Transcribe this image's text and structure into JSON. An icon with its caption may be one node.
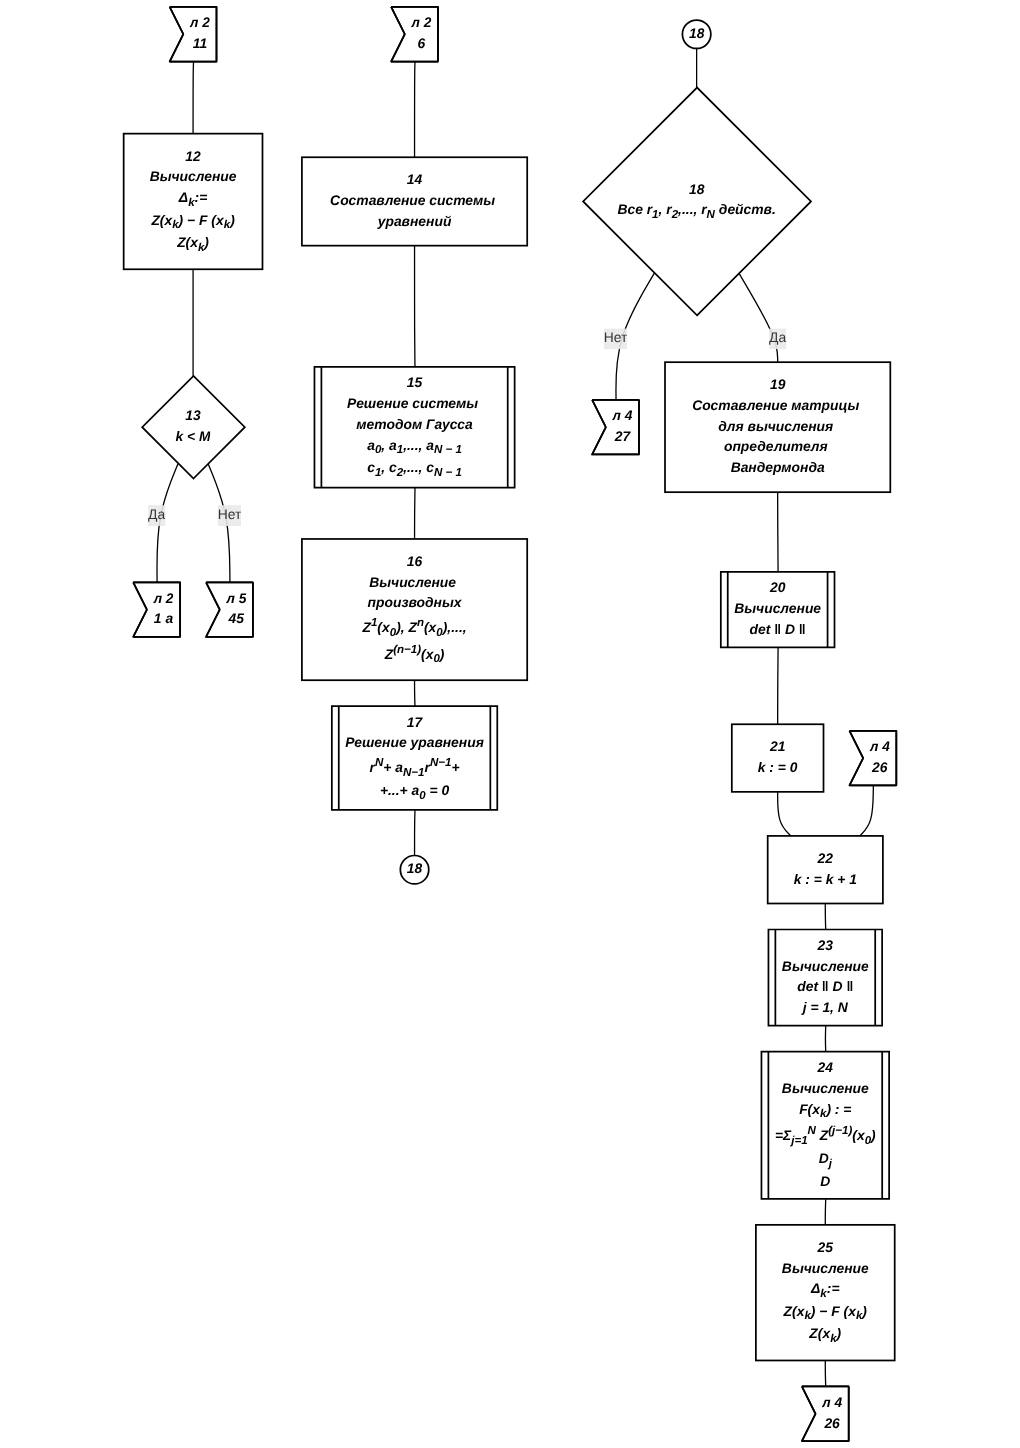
{
  "diagram": {
    "nodes": [
      {
        "text": [
          "л 2",
          "11"
        ]
      },
      {
        "text": [
          "12",
          "Вычисление",
          "Δ$_{k}$:=",
          "Z(x$_{k}$) − F (x$_{k}$)",
          "Z(x$_{k}$)"
        ]
      },
      {
        "text": [
          "13",
          "k < M"
        ]
      },
      {
        "text": [
          "л 2",
          "1 а"
        ]
      },
      {
        "text": [
          "л 5",
          "45"
        ]
      },
      {
        "text": [
          "14",
          "Составление системы уравнений"
        ]
      },
      {
        "text": [
          "л 2",
          "6"
        ]
      },
      {
        "text": [
          "15",
          "Решение системы методом Гаусса",
          "a$_{0}$, a$_{1}$,..., a$_{N − 1}$",
          "c$_{1}$, c$_{2}$,..., c$_{N − 1}$"
        ]
      },
      {
        "text": [
          "16",
          "Вычисление производных",
          "Z$^{1}$(x$_{0}$), Z$^{n}$(x$_{0}$),...,",
          "Z$^{(n−1)}$(x$_{0}$)"
        ]
      },
      {
        "text": [
          "17",
          "Решение уравнения",
          "r$^{N}$+ a$_{N−1}$r$^{N−1}$+",
          "+...+ a$_{0}$ = 0"
        ]
      },
      {
        "text": [
          "18"
        ]
      },
      {
        "text": [
          "18"
        ]
      },
      {
        "text": [
          "18",
          "Все r$_{1}$, r$_{2}$,..., r$_{N}$ действ."
        ]
      },
      {
        "text": [
          "л 4",
          "27"
        ]
      },
      {
        "text": [
          "19",
          "Составление матрицы для вычисления определителя Вандермонда"
        ]
      },
      {
        "text": [
          "20",
          "Вычисление",
          "det ‖ D ‖"
        ]
      },
      {
        "text": [
          "21",
          "k : = 0"
        ]
      },
      {
        "text": [
          "л 4",
          "26"
        ]
      },
      {
        "text": [
          "22",
          "k : = k + 1"
        ]
      },
      {
        "text": [
          "23",
          "Вычисление",
          "det ‖ D ‖",
          "j = 1, N"
        ]
      },
      {
        "text": [
          "24",
          "Вычисление",
          "F(x$_{k}$) : =",
          "=Σ$_{j=1}$$^{N}$ Z$^{(j−1)}$(x$_{0}$)",
          "D$_{j}$",
          "D"
        ]
      },
      {
        "text": [
          "25",
          "Вычисление",
          "Δ$_{k}$:=",
          "Z(x$_{k}$) − F (x$_{k}$)",
          "Z(x$_{k}$)"
        ]
      },
      {
        "text": [
          "л 4",
          "26"
        ]
      }
    ],
    "edges": [
      {
        "from": 0,
        "to": 1,
        "arrow": "none"
      },
      {
        "from": 1,
        "to": 2,
        "arrow": "none"
      },
      {
        "from": 2,
        "to": 3,
        "arrow": "none",
        "label": "Да"
      },
      {
        "from": 2,
        "to": 4,
        "arrow": "none",
        "label": "Нет"
      },
      {
        "from": 6,
        "to": 5,
        "arrow": "none"
      },
      {
        "from": 5,
        "to": 7,
        "arrow": "none"
      },
      {
        "from": 7,
        "to": 8,
        "arrow": "none"
      },
      {
        "from": 8,
        "to": 9,
        "arrow": "none"
      },
      {
        "from": 9,
        "to": 10,
        "arrow": "none"
      },
      {
        "from": 11,
        "to": 12,
        "arrow": "none"
      },
      {
        "from": 12,
        "to": 13,
        "arrow": "none",
        "label": "Нет"
      },
      {
        "from": 12,
        "to": 14,
        "arrow": "none",
        "label": "Да"
      },
      {
        "from": 14,
        "to": 15,
        "arrow": "none"
      },
      {
        "from": 15,
        "to": 16,
        "arrow": "none"
      },
      {
        "from": 16,
        "to": 18,
        "arrow": "none"
      },
      {
        "from": 17,
        "to": 18,
        "arrow": "none"
      },
      {
        "from": 18,
        "to": 19,
        "arrow": "none"
      },
      {
        "from": 19,
        "to": 20,
        "arrow": "none"
      },
      {
        "from": 20,
        "to": 21,
        "arrow": "none"
      },
      {
        "from": 21,
        "to": 22,
        "arrow": "none"
      }
    ]
  }
}
